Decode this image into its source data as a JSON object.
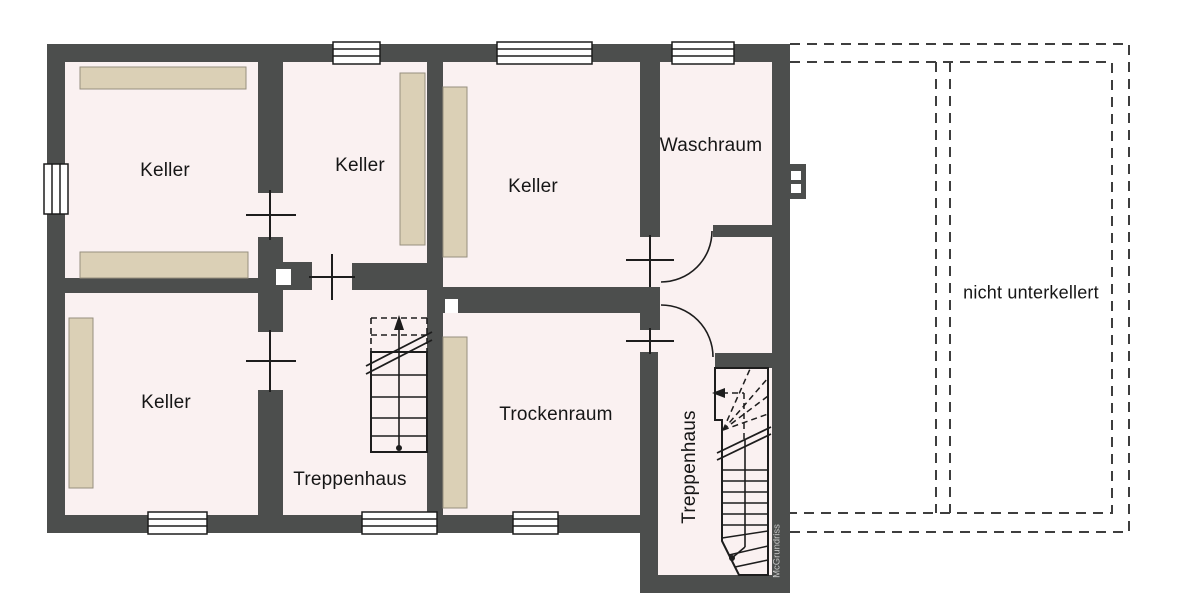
{
  "plan": {
    "rooms": [
      {
        "id": "keller-top-left",
        "label": "Keller"
      },
      {
        "id": "keller-middle",
        "label": "Keller"
      },
      {
        "id": "keller-top-right",
        "label": "Keller"
      },
      {
        "id": "waschraum",
        "label": "Waschraum"
      },
      {
        "id": "keller-bottom-left",
        "label": "Keller"
      },
      {
        "id": "trockenraum",
        "label": "Trockenraum"
      },
      {
        "id": "treppenhaus-middle",
        "label": "Treppenhaus"
      },
      {
        "id": "treppenhaus-tower",
        "label": "Treppenhaus"
      }
    ],
    "annotations": {
      "not_cellared": "nicht unterkellert",
      "watermark": "McGrundriss"
    }
  },
  "colors": {
    "wall": "#4c4e4d",
    "room": "#faf1f1",
    "furniture": "#dbd0b6",
    "furniture-border": "#97907e",
    "line": "#1d1d1d",
    "dash": "#3e3e3e",
    "bg": "#ffffff",
    "watermark": "#c9c9c9"
  }
}
